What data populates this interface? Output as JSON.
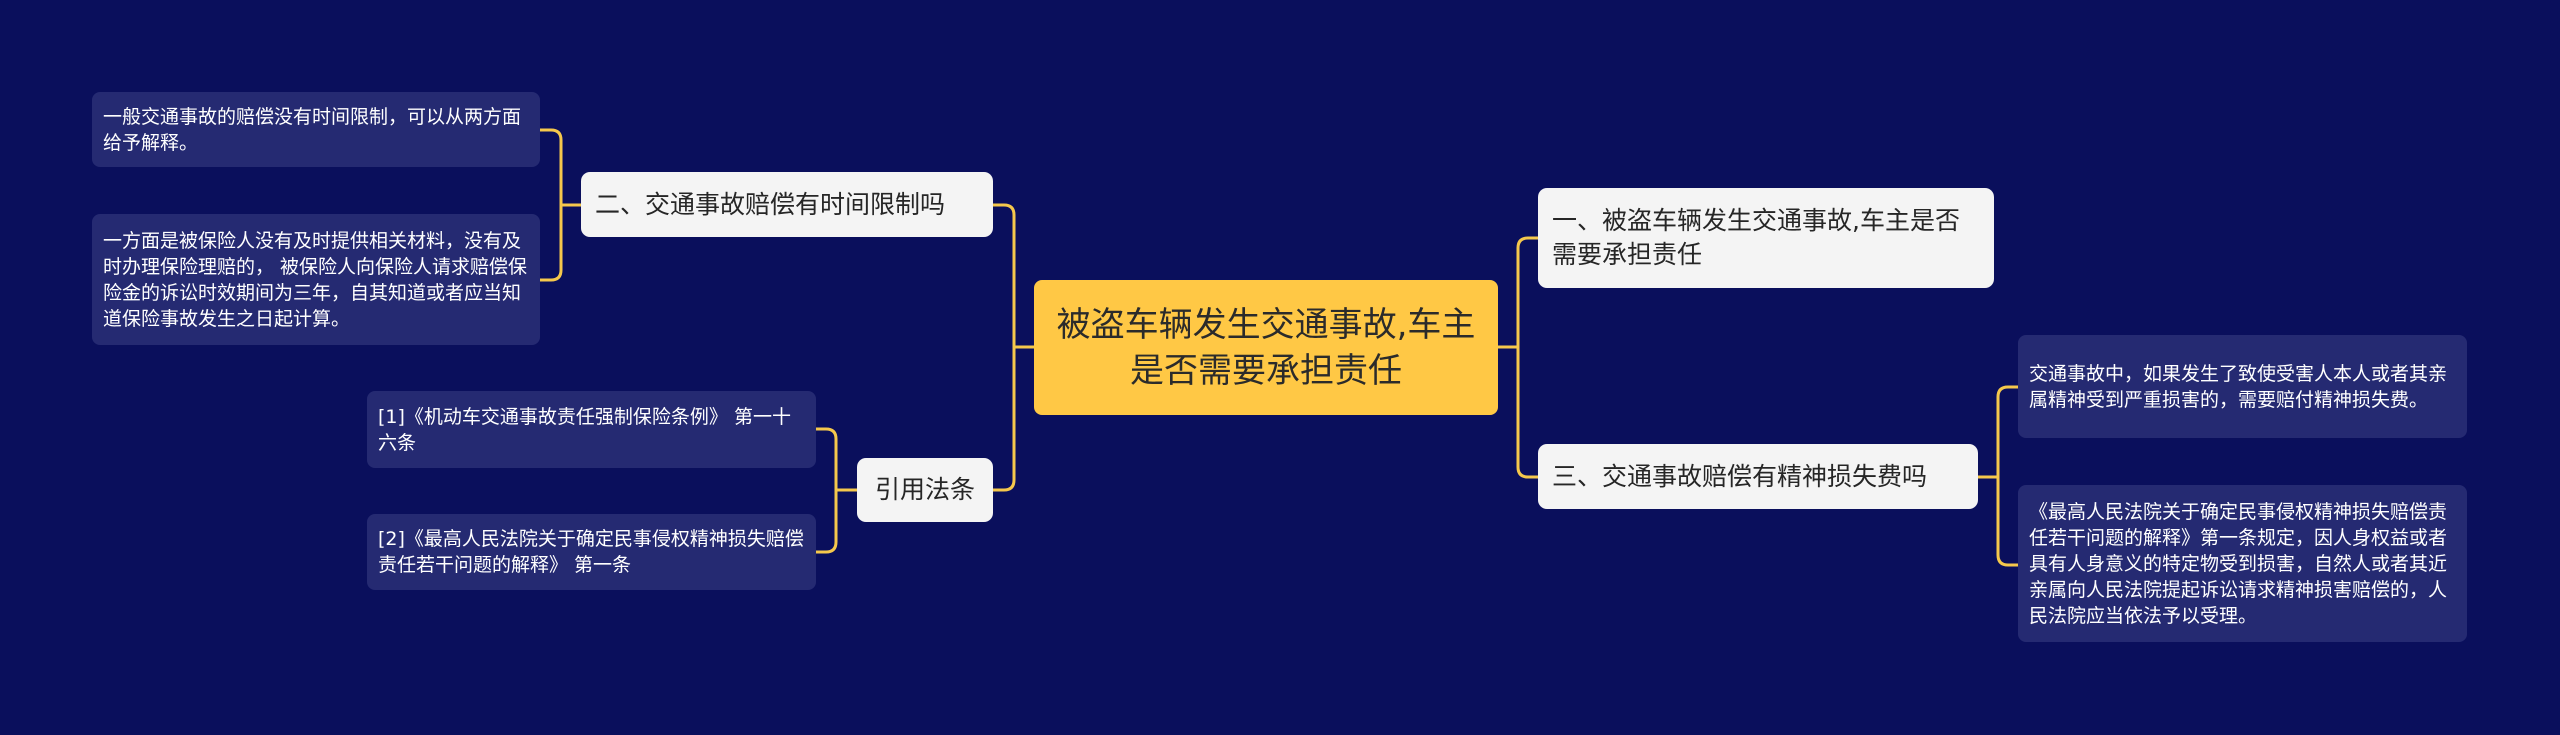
{
  "colors": {
    "background": "#0a0f5c",
    "root_fill": "#ffc845",
    "branch_fill": "#f4f4f4",
    "leaf_fill": "#252a72",
    "connector": "#f5c84c"
  },
  "root": {
    "label": "被盗车辆发生交通事故,车主是否需要承担责任"
  },
  "branches": {
    "left": [
      {
        "label": "二、交通事故赔偿有时间限制吗",
        "children": [
          "一般交通事故的赔偿没有时间限制，可以从两方面给予解释。",
          "一方面是被保险人没有及时提供相关材料，没有及时办理保险理赔的， 被保险人向保险人请求赔偿保险金的诉讼时效期间为三年，自其知道或者应当知道保险事故发生之日起计算。"
        ]
      },
      {
        "label": "引用法条",
        "children": [
          "[1]《机动车交通事故责任强制保险条例》 第一十六条",
          "[2]《最高人民法院关于确定民事侵权精神损失赔偿责任若干问题的解释》 第一条"
        ]
      }
    ],
    "right": [
      {
        "label": "一、被盗车辆发生交通事故,车主是否需要承担责任",
        "children": []
      },
      {
        "label": "三、交通事故赔偿有精神损失费吗",
        "children": [
          "交通事故中，如果发生了致使受害人本人或者其亲属精神受到严重损害的，需要赔付精神损失费。",
          "《最高人民法院关于确定民事侵权精神损失赔偿责任若干问题的解释》第一条规定，因人身权益或者具有人身意义的特定物受到损害，自然人或者其近亲属向人民法院提起诉讼请求精神损害赔偿的，人民法院应当依法予以受理。"
        ]
      }
    ]
  }
}
